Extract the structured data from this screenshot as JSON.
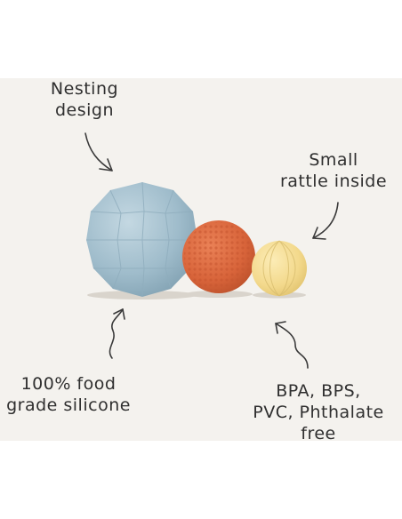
{
  "labels": {
    "nesting": [
      "Nesting",
      "design"
    ],
    "rattle": [
      "Small",
      "rattle inside"
    ],
    "silicone": [
      "100% food",
      "grade silicone"
    ],
    "bpa": [
      "BPA, BPS,",
      "PVC, Phthalate",
      "free"
    ]
  },
  "colors": {
    "background": "#f4f2ee",
    "blue_ball": "#9fbccb",
    "orange_ball": "#d8643a",
    "yellow_ball": "#f3d98c",
    "text": "#2f2f2f"
  }
}
